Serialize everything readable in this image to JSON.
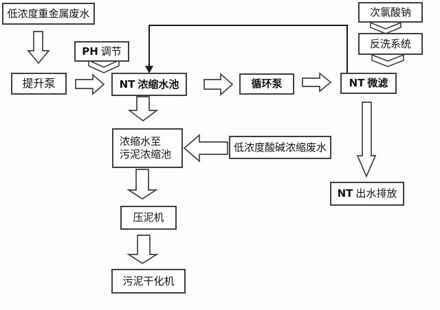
{
  "diagram": {
    "type": "flowchart",
    "nodes": {
      "heavy_metal": {
        "label": "低浓度重金属废水"
      },
      "lift_pump": {
        "label": "提升泵"
      },
      "ph_adjust": {
        "prefix": "PH",
        "label": "调节"
      },
      "nt_pool": {
        "prefix": "NT",
        "label": "浓缩水池"
      },
      "circ_pump": {
        "label": "循环泵"
      },
      "nt_mf": {
        "prefix": "NT",
        "label": "微滤"
      },
      "naclo": {
        "label": "次氯酸钠"
      },
      "backwash": {
        "label": "反洗系统"
      },
      "concentrate": {
        "line1": "浓缩水至",
        "line2": "污泥浓缩池"
      },
      "acid_waste": {
        "label": "低浓度酸碱浓缩废水"
      },
      "nt_discharge": {
        "prefix": "NT",
        "label": "出水排放"
      },
      "mud_press": {
        "label": "压泥机"
      },
      "sludge_dryer": {
        "label": "污泥干化机"
      }
    },
    "edges": [
      "低浓度重金属废水 -> 提升泵",
      "提升泵 -> NT浓缩水池",
      "PH调节 -> NT浓缩水池",
      "NT浓缩水池 -> 循环泵",
      "循环泵 -> NT微滤",
      "NT微滤 -> NT浓缩水池 (回流实线)",
      "次氯酸钠 -> 反洗系统",
      "反洗系统 -> NT微滤",
      "NT微滤 -> NT出水排放",
      "NT浓缩水池 -> 浓缩水至污泥浓缩池",
      "低浓度酸碱浓缩废水 -> 浓缩水至污泥浓缩池",
      "浓缩水至污泥浓缩池 -> 压泥机",
      "压泥机 -> 污泥干化机"
    ],
    "colors": {
      "background": "#fdfdfd",
      "box_fill": "#ffffff",
      "box_border": "#3f3f3f",
      "text": "#111111",
      "arrow_fill": "#ffffff",
      "arrow_outline": "#3f3f3f",
      "solid_line": "#1a1a1a"
    }
  }
}
